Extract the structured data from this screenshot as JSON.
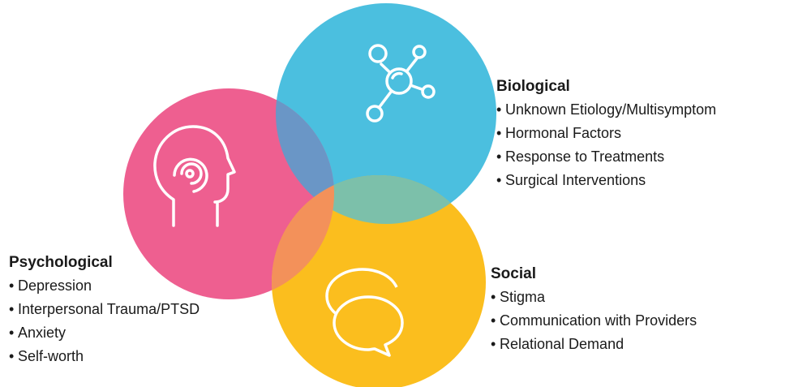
{
  "colors": {
    "biological": "#4bbfdf",
    "psychological": "#ee5f90",
    "social": "#fbbe1e",
    "bio_psy_overlap": "#6a96c6",
    "bio_soc_overlap": "#7cc0aa",
    "psy_soc_overlap": "#f3915a",
    "icon_stroke": "#ffffff"
  },
  "icons": {
    "biological": "molecule-icon",
    "psychological": "head-mind-icon",
    "social": "speech-bubbles-icon"
  },
  "groups": {
    "biological": {
      "title": "Biological",
      "items": [
        "Unknown Etiology/Multisymptom",
        "Hormonal Factors",
        "Response to Treatments",
        "Surgical Interventions"
      ]
    },
    "psychological": {
      "title": "Psychological",
      "items": [
        "Depression",
        "Interpersonal Trauma/PTSD",
        "Anxiety",
        "Self-worth"
      ]
    },
    "social": {
      "title": "Social",
      "items": [
        "Stigma",
        "Communication with Providers",
        "Relational Demand"
      ]
    }
  }
}
